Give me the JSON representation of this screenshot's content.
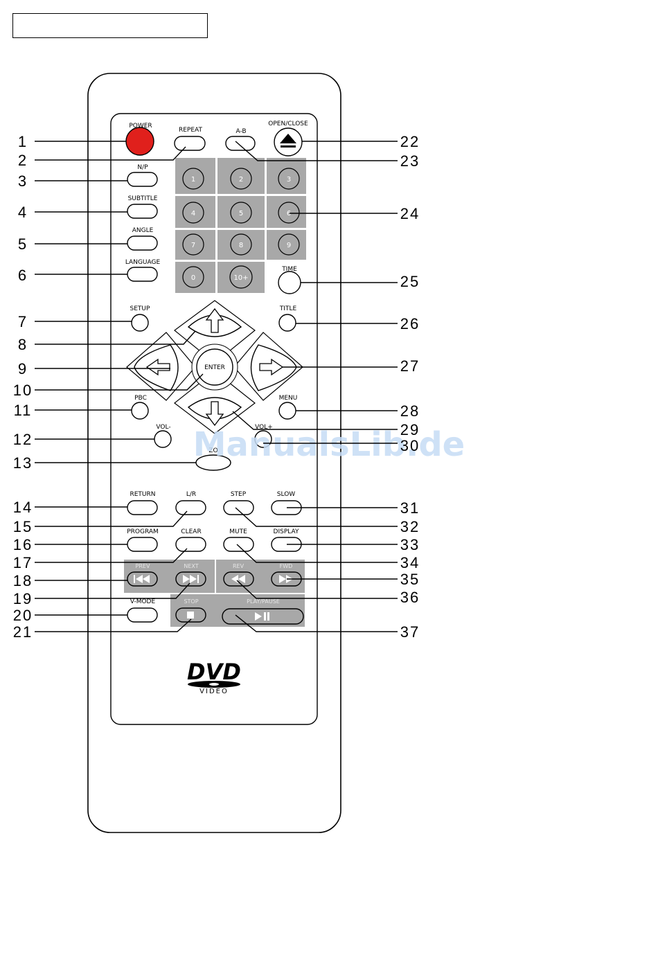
{
  "watermark": "ManualsLib.de",
  "logo": {
    "text": "DVD",
    "sub": "VIDEO"
  },
  "buttons": {
    "power": "POWER",
    "repeat": "REPEAT",
    "ab": "A-B",
    "open_close": "OPEN/CLOSE",
    "np": "N/P",
    "subtitle": "SUBTITLE",
    "angle": "ANGLE",
    "language": "LANGUAGE",
    "time": "TIME",
    "setup": "SETUP",
    "title": "TITLE",
    "enter": "ENTER",
    "pbc": "PBC",
    "menu": "MENU",
    "vol_minus": "VOL-",
    "vol_plus": "VOL+",
    "zoom": "ZO",
    "return": "RETURN",
    "lr": "L/R",
    "step": "STEP",
    "slow": "SLOW",
    "program": "PROGRAM",
    "clear": "CLEAR",
    "mute": "MUTE",
    "display": "DISPLAY",
    "prev": "PREV",
    "next": "NEXT",
    "rev": "REV",
    "fwd": "FWD",
    "vmode": "V-MODE",
    "stop": "STOP",
    "play_pause": "PLAY/PAUSE"
  },
  "digits": [
    "1",
    "2",
    "3",
    "4",
    "5",
    "6",
    "7",
    "8",
    "9",
    "0",
    "10+"
  ],
  "callouts_left": [
    "1",
    "2",
    "3",
    "4",
    "5",
    "6",
    "7",
    "8",
    "9",
    "10",
    "11",
    "12",
    "13",
    "14",
    "15",
    "16",
    "17",
    "18",
    "19",
    "20",
    "21"
  ],
  "callouts_right": [
    "22",
    "23",
    "24",
    "25",
    "26",
    "27",
    "28",
    "29",
    "30",
    "31",
    "32",
    "33",
    "34",
    "35",
    "36",
    "37"
  ],
  "colors": {
    "power": "#e0201c",
    "pad": "#a8a8a8",
    "watermark": "#c6dcf5"
  }
}
